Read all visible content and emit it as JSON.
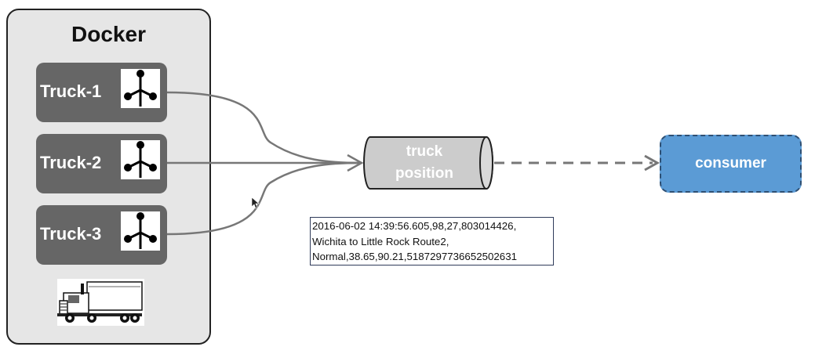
{
  "docker": {
    "title": "Docker"
  },
  "trucks": [
    {
      "label": "Truck-1",
      "icon": "producer-icon"
    },
    {
      "label": "Truck-2",
      "icon": "producer-icon"
    },
    {
      "label": "Truck-3",
      "icon": "producer-icon"
    }
  ],
  "topic": {
    "line1": "truck",
    "line2": "position",
    "icon": "topic-cylinder"
  },
  "consumer": {
    "label": "consumer"
  },
  "message": {
    "lines": [
      "2016-06-02 14:39:56.605,98,27,803014426,",
      "Wichita to Little Rock Route2,",
      "Normal,38.65,90.21,5187297736652502631"
    ]
  },
  "images": {
    "truck_picture": "semi-truck-icon",
    "cursor": "mouse-pointer-icon"
  },
  "colors": {
    "docker_bg": "#e6e6e6",
    "truck_box": "#666666",
    "topic": "#cccccc",
    "consumer": "#5b9bd5",
    "connector": "#777777"
  }
}
